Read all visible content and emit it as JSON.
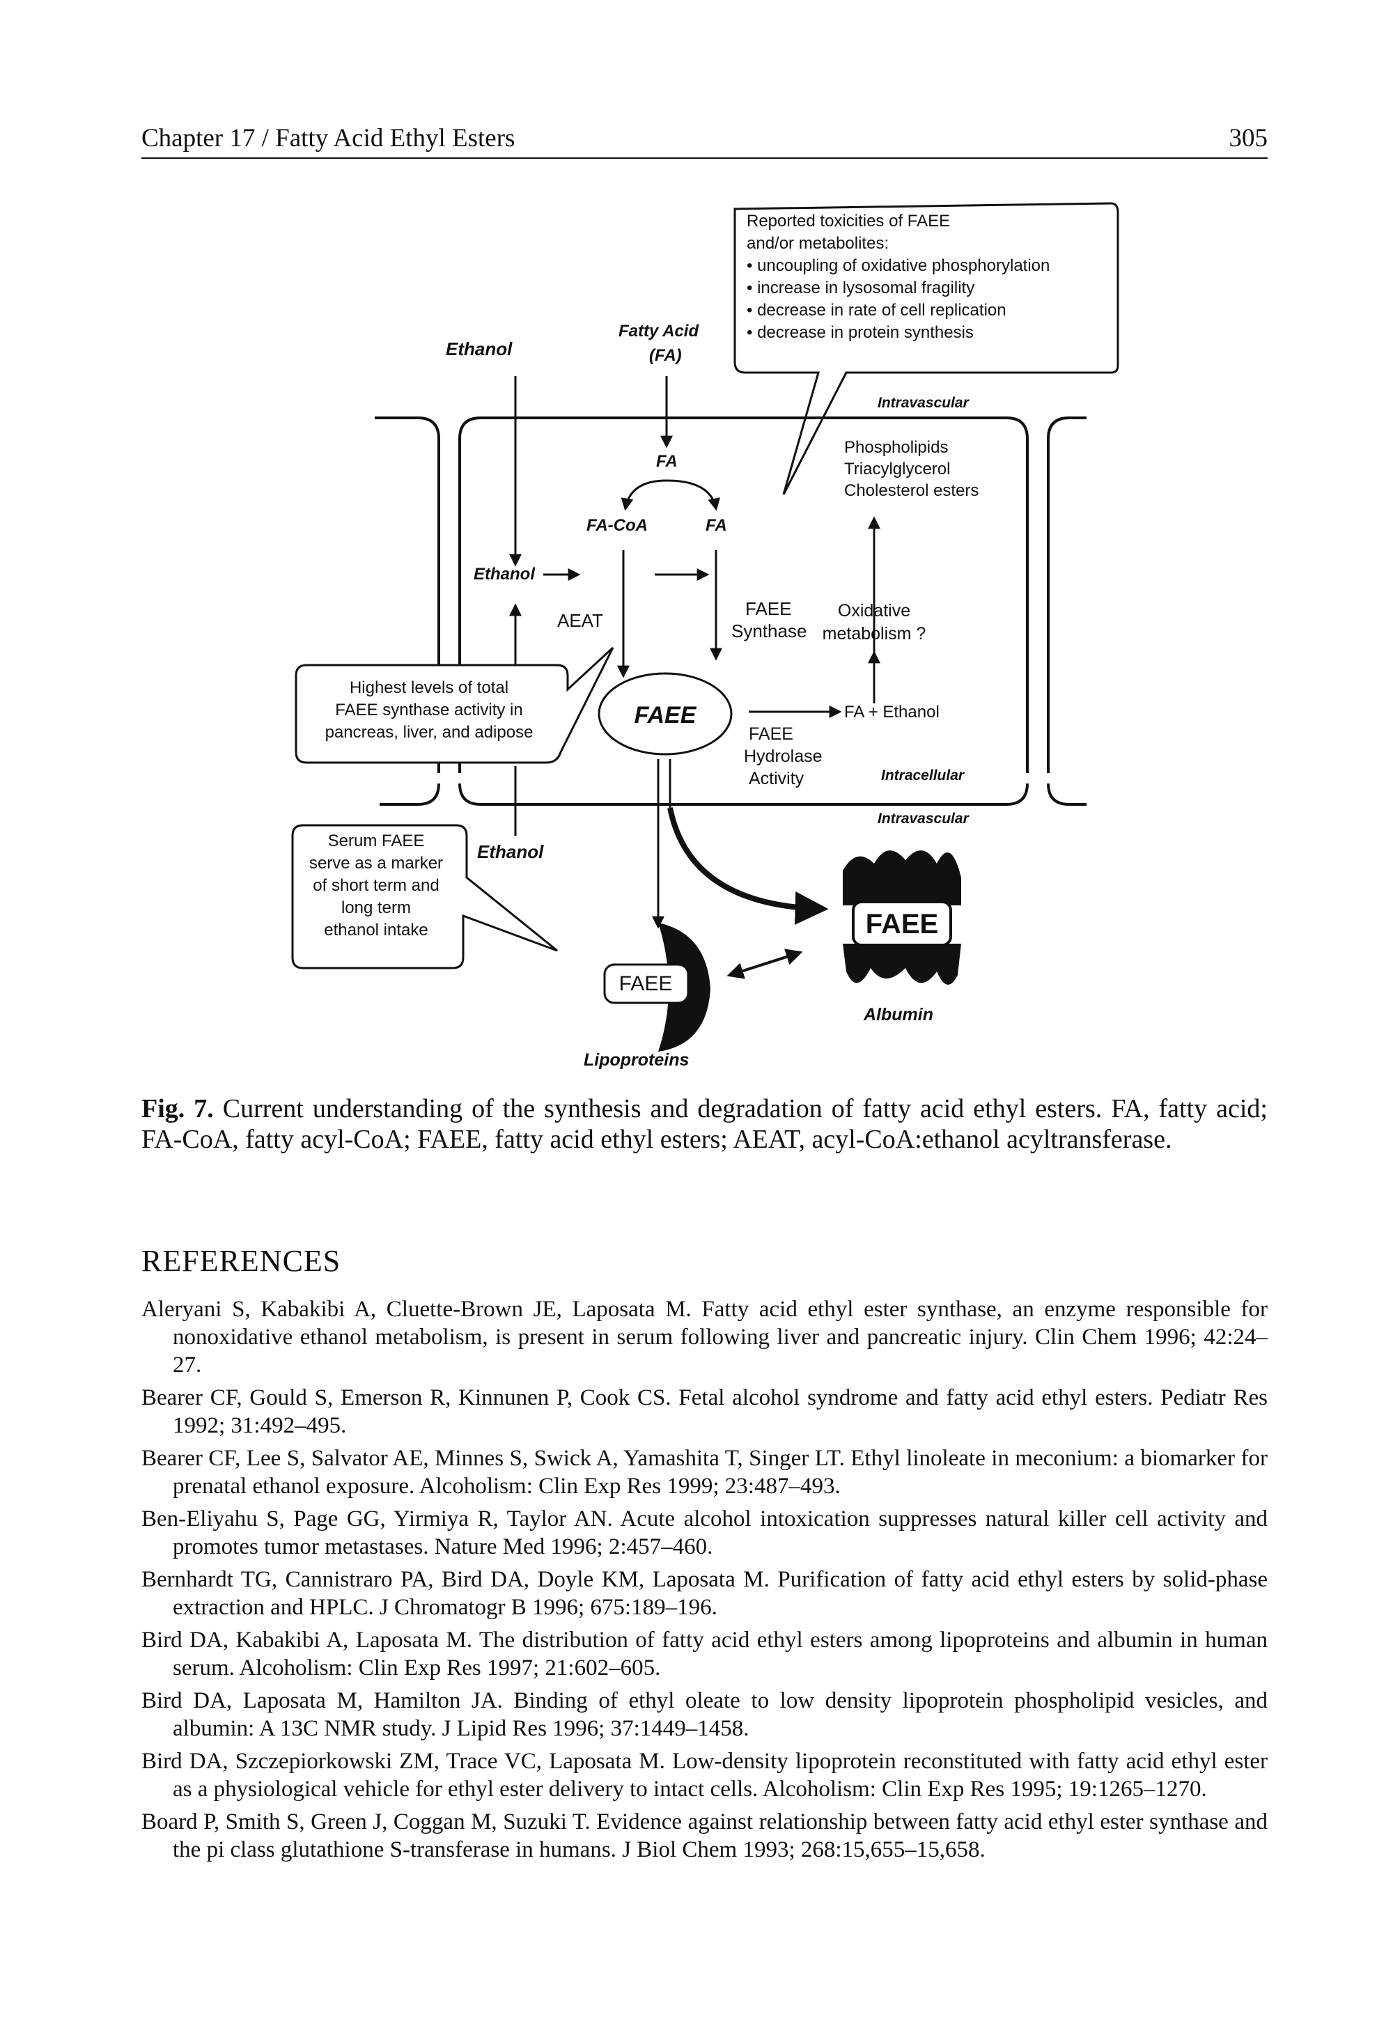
{
  "header": {
    "chapter": "Chapter 17 / Fatty Acid Ethyl Esters",
    "page_number": "305"
  },
  "figure": {
    "tox_box": {
      "title1": "Reported toxicities of FAEE",
      "title2": "and/or metabolites:",
      "items": [
        "• uncoupling of oxidative phosphorylation",
        "• increase in lysosomal fragility",
        "• decrease in rate of cell replication",
        "• decrease in protein synthesis"
      ]
    },
    "ethanol_top": "Ethanol",
    "fatty_acid_line1": "Fatty Acid",
    "fatty_acid_line2": "(FA)",
    "intravascular_top": "Intravascular",
    "lipids": [
      "Phospholipids",
      "Triacylglycerol",
      "Cholesterol esters"
    ],
    "fa_inner": "FA",
    "facoa": "FA-CoA",
    "fa_right": "FA",
    "ethanol_inner": "Ethanol",
    "aeat": "AEAT",
    "faee_synthase_line1": "FAEE",
    "faee_synthase_line2": "Synthase",
    "oxidative_line1": "Oxidative",
    "oxidative_line2": "metabolism ?",
    "highest_box": [
      "Highest levels of total",
      "FAEE synthase activity in",
      "pancreas, liver, and adipose"
    ],
    "faee_center": "FAEE",
    "fa_ethanol": "FA + Ethanol",
    "hydrolase": [
      "FAEE",
      "Hydrolase",
      "Activity"
    ],
    "intracellular": "Intracellular",
    "intravascular_bottom": "Intravascular",
    "serum_box": [
      "Serum FAEE",
      "serve as a marker",
      "of short term and",
      "long term",
      "ethanol intake"
    ],
    "ethanol_bottom": "Ethanol",
    "faee_albumin": "FAEE",
    "albumin": "Albumin",
    "faee_lipo": "FAEE",
    "lipoproteins": "Lipoproteins"
  },
  "caption": {
    "label": "Fig. 7.",
    "text": " Current understanding of the synthesis and degradation of fatty acid ethyl esters. FA, fatty acid; FA-CoA, fatty acyl-CoA; FAEE, fatty acid ethyl esters; AEAT, acyl-CoA:ethanol acyltransferase."
  },
  "references_title": "REFERENCES",
  "references": [
    "Aleryani S, Kabakibi A, Cluette-Brown JE, Laposata M. Fatty acid ethyl ester synthase, an enzyme responsible for nonoxidative ethanol metabolism, is present in serum following liver and pancreatic injury. Clin Chem 1996; 42:24–27.",
    "Bearer CF, Gould S, Emerson R, Kinnunen P, Cook CS. Fetal alcohol syndrome and fatty acid ethyl esters. Pediatr Res 1992; 31:492–495.",
    "Bearer CF, Lee S, Salvator AE, Minnes S, Swick A, Yamashita T, Singer LT. Ethyl linoleate in meconium: a biomarker for prenatal ethanol exposure. Alcoholism: Clin Exp Res 1999; 23:487–493.",
    "Ben-Eliyahu S, Page GG, Yirmiya R, Taylor AN. Acute alcohol intoxication suppresses natural killer cell activity and promotes tumor metastases. Nature Med 1996; 2:457–460.",
    "Bernhardt TG, Cannistraro PA, Bird DA, Doyle KM, Laposata M. Purification of fatty acid ethyl esters by solid-phase extraction and HPLC. J Chromatogr B 1996; 675:189–196.",
    "Bird DA, Kabakibi A, Laposata M. The distribution of fatty acid ethyl esters among lipoproteins and albumin in human serum. Alcoholism: Clin Exp Res 1997; 21:602–605.",
    "Bird DA, Laposata M, Hamilton JA. Binding of ethyl oleate to low density lipoprotein phospholipid vesicles, and albumin: A 13C NMR study. J Lipid Res 1996; 37:1449–1458.",
    "Bird DA, Szczepiorkowski ZM, Trace VC, Laposata M. Low-density lipoprotein reconstituted with fatty acid ethyl ester as a physiological vehicle for ethyl ester delivery to intact cells. Alcoholism: Clin Exp Res 1995; 19:1265–1270.",
    "Board P, Smith S, Green J, Coggan M, Suzuki T. Evidence against relationship between fatty acid ethyl ester synthase and the pi class glutathione S-transferase in humans. J Biol Chem 1993; 268:15,655–15,658."
  ]
}
